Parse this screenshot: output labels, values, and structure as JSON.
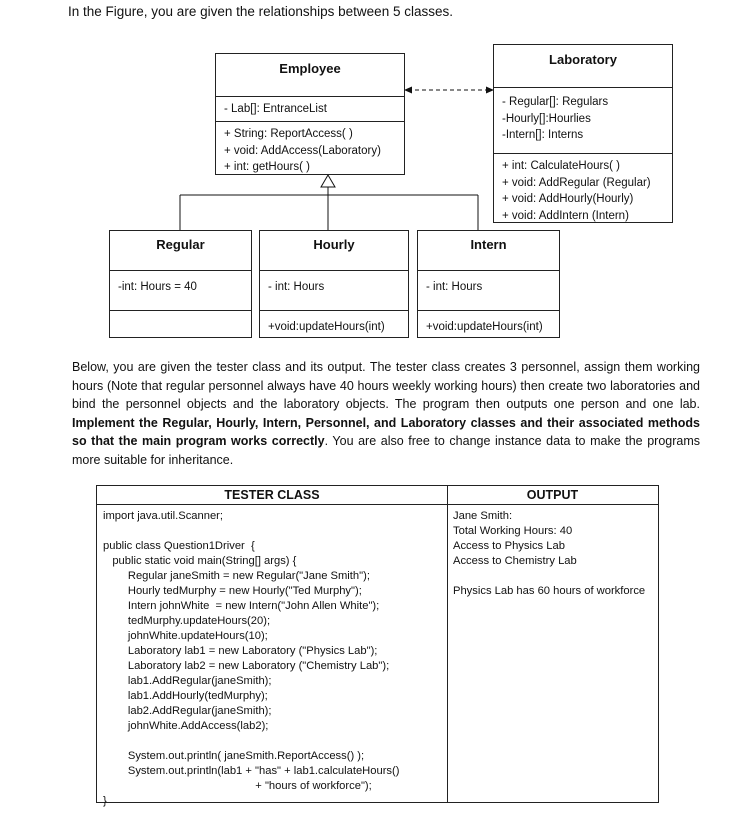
{
  "intro": "In the Figure, you are given the relationships between 5 classes.",
  "employee": {
    "name": "Employee",
    "attributes": [
      "- Lab[]: EntranceList"
    ],
    "methods": [
      "+ String: ReportAccess( )",
      "+ void: AddAccess(Laboratory)",
      "+ int: getHours( )"
    ]
  },
  "laboratory": {
    "name": "Laboratory",
    "attributes": [
      "- Regular[]: Regulars",
      "-Hourly[]:Hourlies",
      "-Intern[]: Interns"
    ],
    "methods": [
      "+ int: CalculateHours( )",
      "+ void: AddRegular (Regular)",
      "+ void: AddHourly(Hourly)",
      "+ void: AddIntern (Intern)"
    ]
  },
  "regular": {
    "name": "Regular",
    "attribute": "-int: Hours = 40",
    "method": ""
  },
  "hourly": {
    "name": "Hourly",
    "attribute": "- int: Hours",
    "method": "+void:updateHours(int)"
  },
  "intern": {
    "name": "Intern",
    "attribute": "- int: Hours",
    "method": "+void:updateHours(int)"
  },
  "paragraph": {
    "part1": "Below, you are given the tester class and its output. The tester class creates 3 personnel, assign them working hours (Note that regular personnel always have 40 hours weekly working hours) then create two laboratories and bind the personnel objects and the laboratory objects. The program then outputs one person and one lab. ",
    "bold": "Implement the Regular, Hourly, Intern, Personnel, and Laboratory classes and their associated methods so that the main program works correctly",
    "part2": ".  You are also free to change instance data to make the programs more suitable for inheritance."
  },
  "table": {
    "tester_header": "TESTER CLASS",
    "output_header": "OUTPUT",
    "code_lines": [
      "import java.util.Scanner;",
      "",
      "public class Question1Driver  {",
      "   public static void main(String[] args) {",
      "        Regular janeSmith = new Regular(\"Jane Smith\");",
      "        Hourly tedMurphy = new Hourly(\"Ted Murphy\");",
      "        Intern johnWhite  = new Intern(\"John Allen White\");",
      "        tedMurphy.updateHours(20);",
      "        johnWhite.updateHours(10);",
      "        Laboratory lab1 = new Laboratory (\"Physics Lab\");",
      "        Laboratory lab2 = new Laboratory (\"Chemistry Lab\");",
      "        lab1.AddRegular(janeSmith);",
      "        lab1.AddHourly(tedMurphy);",
      "        lab2.AddRegular(janeSmith);",
      "        johnWhite.AddAccess(lab2);",
      "",
      "        System.out.println( janeSmith.ReportAccess() );",
      "        System.out.println(lab1 + \"has\" + lab1.calculateHours()",
      "                                                 + \"hours of workforce\");",
      "}"
    ],
    "output_lines": [
      "Jane Smith:",
      "Total Working Hours: 40",
      "Access to Physics Lab",
      "Access to Chemistry Lab",
      "",
      "Physics Lab has 60 hours of workforce"
    ]
  }
}
